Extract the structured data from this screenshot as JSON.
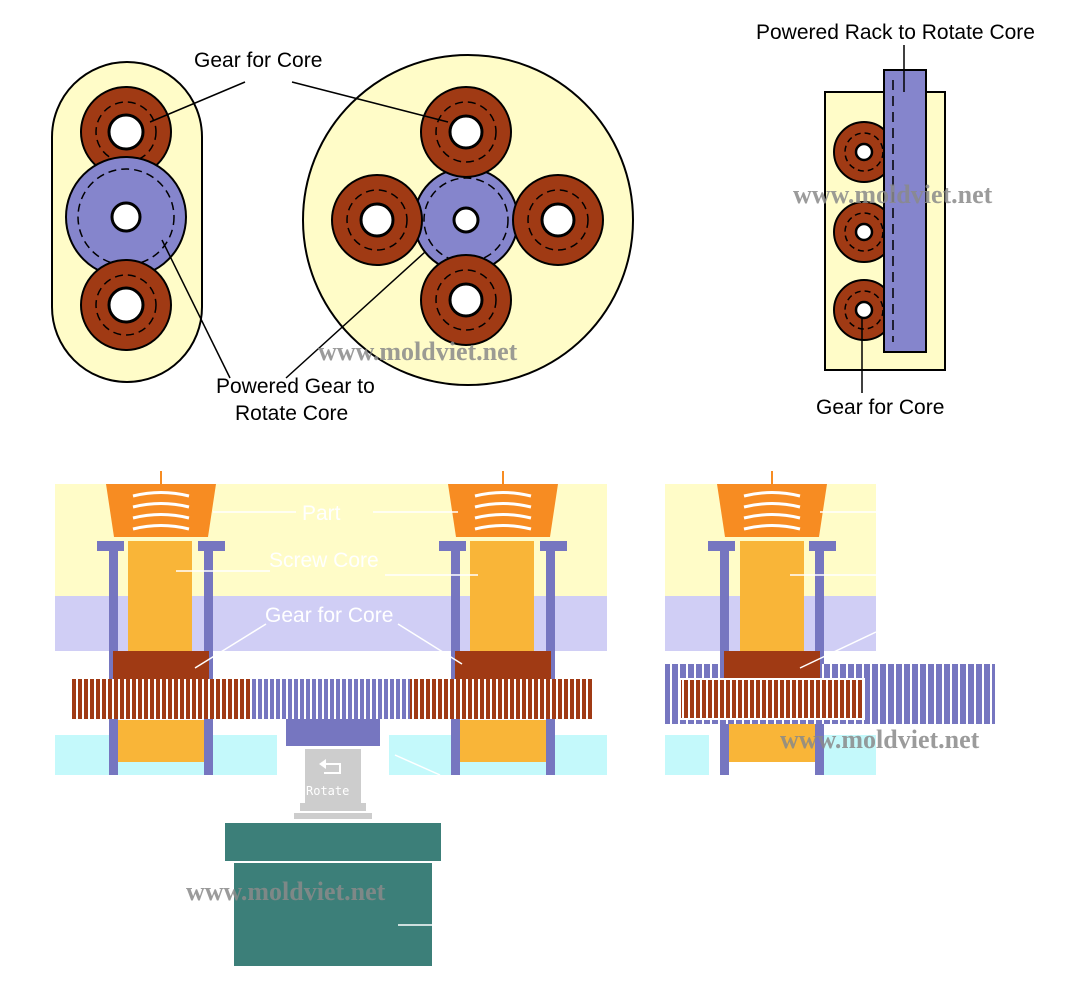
{
  "labels": {
    "gear_for_core_top": "Gear for Core",
    "powered_gear_line1": "Powered Gear to",
    "powered_gear_line2": "Rotate Core",
    "powered_rack": "Powered Rack to Rotate Core",
    "gear_for_core_rack": "Gear for Core",
    "part": "Part",
    "screw_core": "Screw Core",
    "gear_for_core_section": "Gear for Core",
    "rotate": "Rotate"
  },
  "watermarks": {
    "top_center": "www.moldviet.net",
    "top_right": "www.moldviet.net",
    "bottom_left": "www.moldviet.net",
    "bottom_right": "www.moldviet.net"
  },
  "colors": {
    "plate_yellow": "#fffcc8",
    "core_gear_brown": "#a03a14",
    "drive_gear_purple": "#8585cc",
    "screw_core_orange": "#f9b538",
    "part_orange": "#f78c22",
    "plate_lavender": "#d0cef5",
    "plate_cyan": "#c4f9fb",
    "motor_teal": "#3c7f79",
    "sleeve_purple": "#7676c0"
  }
}
